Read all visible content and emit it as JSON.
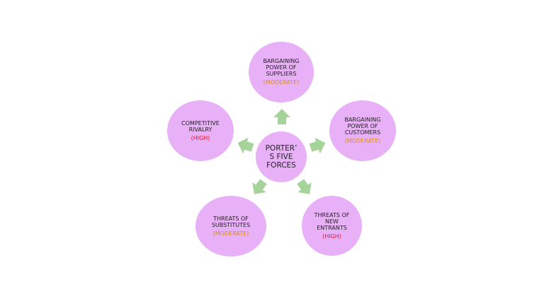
{
  "diagram": {
    "center": "PORTER’\nS FIVE\nFORCES",
    "colors": {
      "bubble": "#e8b0f6",
      "arrow": "#a5d39a",
      "moderate": "#d9901d",
      "high": "#e8122c"
    },
    "forces": {
      "suppliers": {
        "title": "BARGAINING\nPOWER OF\nSUPPLIERS",
        "level": "(MODERATE)"
      },
      "customers": {
        "title": "BARGAINING\nPOWER OF\nCUSTOMERS",
        "level": "(MODERATE)"
      },
      "new_entrants": {
        "title": "THREATS OF\nNEW\nENTRANTS",
        "level": "(HIGH)"
      },
      "substitutes": {
        "title": "THREATS OF\nSUBSTITUTES",
        "level": "(MODERATE)"
      },
      "rivalry": {
        "title": "COMPETITIVE\nRIVALRY",
        "level": "(HIGH)"
      }
    }
  }
}
